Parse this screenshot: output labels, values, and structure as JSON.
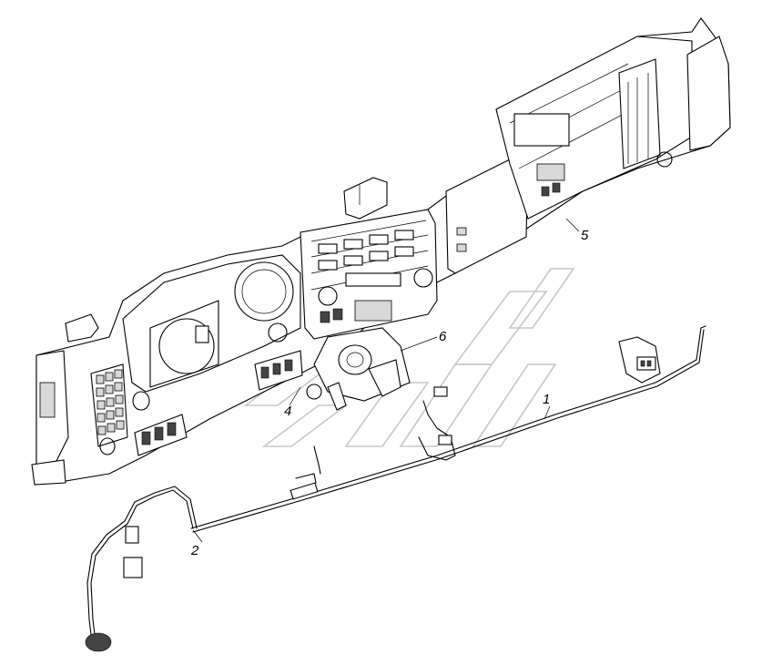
{
  "callouts": [
    {
      "id": "1",
      "text": "1"
    },
    {
      "id": "2",
      "text": "2"
    },
    {
      "id": "4",
      "text": "4"
    },
    {
      "id": "5",
      "text": "5"
    },
    {
      "id": "6",
      "text": "6"
    }
  ],
  "colors": {
    "ink": "#000000",
    "background": "#ffffff",
    "watermark": "#c8c8c8"
  }
}
